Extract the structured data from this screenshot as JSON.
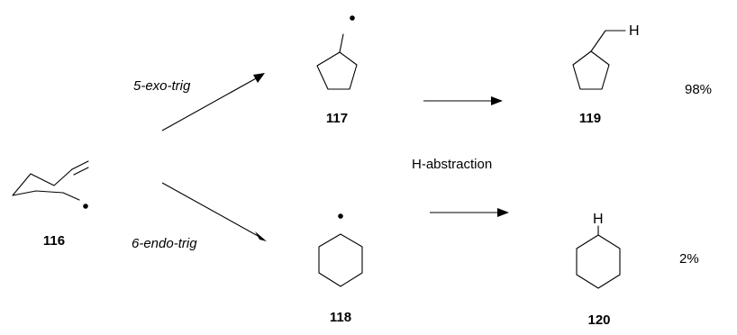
{
  "compounds": {
    "c116": "116",
    "c117": "117",
    "c118": "118",
    "c119": "119",
    "c120": "120"
  },
  "reactions": {
    "exo": "5-exo-trig",
    "endo": "6-endo-trig",
    "abstraction": "H-abstraction"
  },
  "yields": {
    "exo_product": "98%",
    "endo_product": "2%"
  },
  "atoms": {
    "hydrogen": "H"
  }
}
